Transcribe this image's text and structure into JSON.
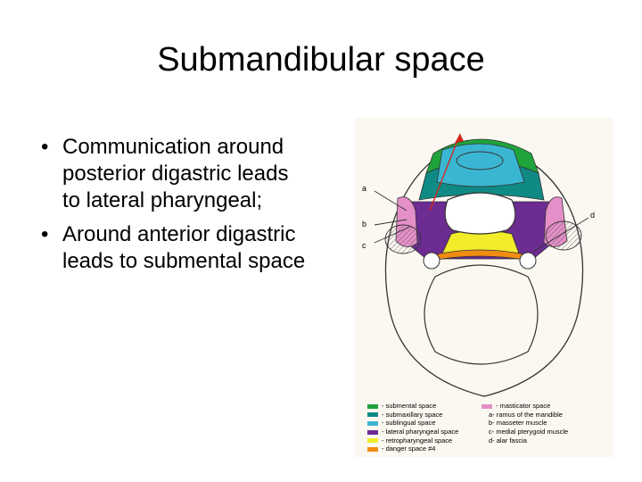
{
  "title": "Submandibular space",
  "bullets": [
    "Communication around posterior digastric leads to lateral pharyngeal;",
    "Around anterior digastric leads to submental space"
  ],
  "figure": {
    "labels": {
      "a": "a",
      "b": "b",
      "c": "c",
      "d": "d"
    },
    "colors": {
      "submental": "#1fa33b",
      "submaxillary": "#0f8a84",
      "sublingual": "#3bb6d2",
      "lateral_pharyngeal": "#6c2c92",
      "retropharyngeal": "#f2ec2a",
      "danger": "#f08c12",
      "masticator": "#e58fc8"
    },
    "legend_left": [
      {
        "color": "#1fa33b",
        "text": "- submental space"
      },
      {
        "color": "#0f8a84",
        "text": "- submaxillary space"
      },
      {
        "color": "#3bb6d2",
        "text": "- sublingual space"
      },
      {
        "color": "#6c2c92",
        "text": "- lateral pharyngeal space"
      },
      {
        "color": "#f2ec2a",
        "text": "- retropharyngeal space"
      },
      {
        "color": "#f08c12",
        "text": "- danger space #4"
      }
    ],
    "legend_right": [
      {
        "color": "#e58fc8",
        "text": "- masticator space"
      },
      {
        "color": "",
        "text": "a- ramus of the mandible"
      },
      {
        "color": "",
        "text": "b- masseter muscle"
      },
      {
        "color": "",
        "text": "c- medial pterygoid muscle"
      },
      {
        "color": "",
        "text": "d- alar fascia"
      }
    ]
  }
}
